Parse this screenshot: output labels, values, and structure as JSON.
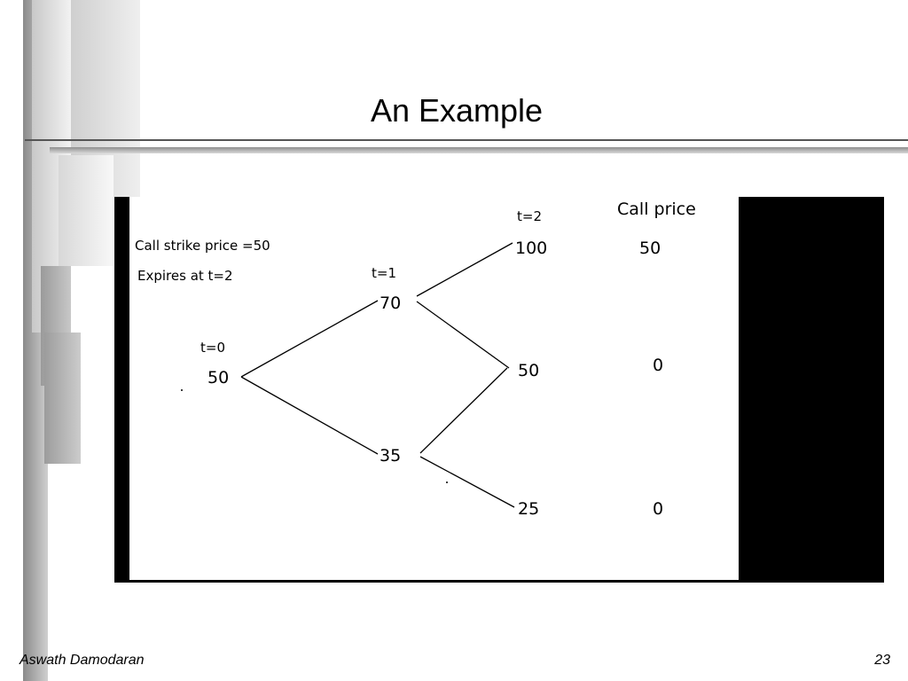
{
  "slide": {
    "title": "An Example",
    "footer_author": "Aswath Damodaran",
    "page_number": "23"
  },
  "diagram": {
    "strike_label": "Call strike price =50",
    "expiry_label": "Expires at t=2",
    "call_price_header": "Call price",
    "time_labels": {
      "t0": "t=0",
      "t1": "t=1",
      "t2": "t=2"
    },
    "nodes": {
      "n0": "50",
      "n1_up": "70",
      "n1_down": "35",
      "n2_up": "100",
      "n2_mid": "50",
      "n2_down": "25"
    },
    "call_prices": {
      "up": "50",
      "mid": "0",
      "down": "0"
    }
  },
  "colors": {
    "frame": "#000000",
    "rule": "#555555",
    "bar_gray": "#a8a8a8"
  }
}
